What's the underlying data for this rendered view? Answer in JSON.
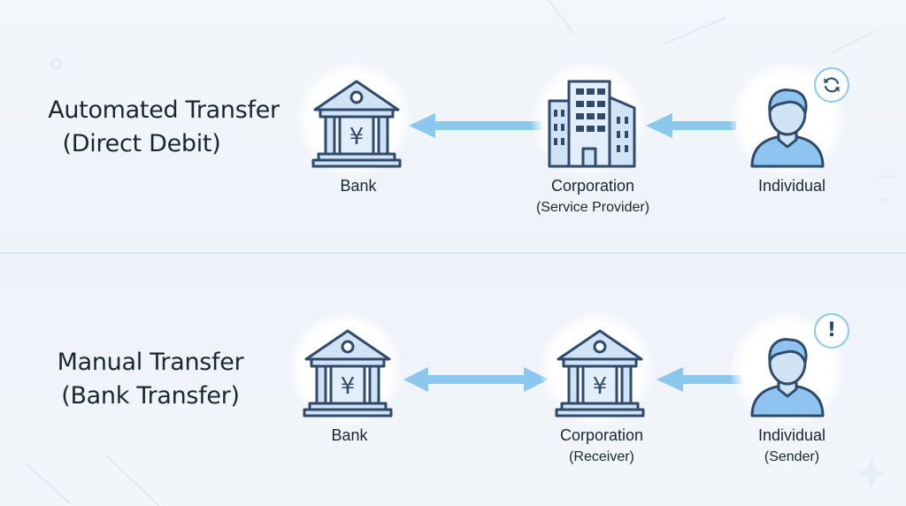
{
  "rows": [
    {
      "title_line1": "Automated Transfer",
      "title_line2": "(Direct Debit)",
      "nodes": [
        {
          "label": "Bank",
          "sub": ""
        },
        {
          "label": "Corporation",
          "sub": "(Service Provider)"
        },
        {
          "label": "Individual",
          "sub": ""
        }
      ],
      "badge_icon": "refresh-icon"
    },
    {
      "title_line1": "Manual Transfer",
      "title_line2": "(Bank Transfer)",
      "nodes": [
        {
          "label": "Bank",
          "sub": ""
        },
        {
          "label": "Corporation",
          "sub": "(Receiver)"
        },
        {
          "label": "Individual",
          "sub": "(Sender)"
        }
      ],
      "badge_icon": "exclamation-icon"
    }
  ],
  "icons": {
    "bank_symbol": "¥",
    "badge_alert": "!"
  },
  "colors": {
    "icon_stroke": "#2f4a6b",
    "icon_fill": "#cfe3f5",
    "arrow": "#8cc7ee",
    "person_fill": "#8ec4ef"
  }
}
